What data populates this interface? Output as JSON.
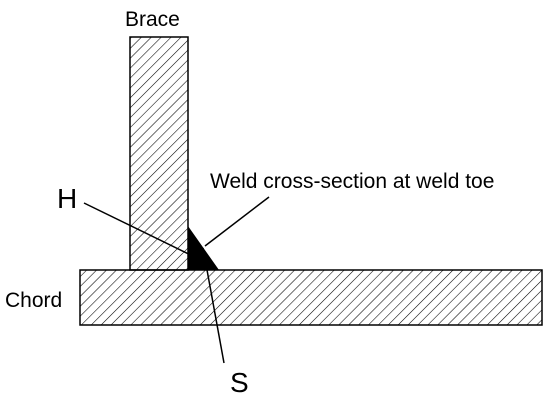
{
  "labels": {
    "brace": "Brace",
    "chord": "Chord",
    "weld": "Weld cross-section at weld toe",
    "h": "H",
    "s": "S"
  },
  "colors": {
    "stroke": "#000000",
    "hatch": "#000000",
    "weld_fill": "#000000",
    "background": "#ffffff"
  }
}
